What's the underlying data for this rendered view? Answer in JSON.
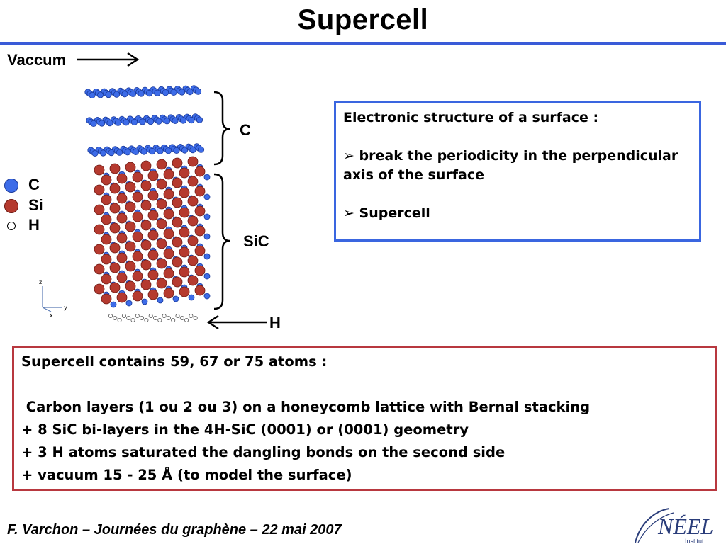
{
  "slide": {
    "title": "Supercell",
    "vacuum_label": "Vaccum",
    "legend": [
      {
        "label": "C",
        "color": "#3d6ce8"
      },
      {
        "label": "Si",
        "color": "#b53a2f"
      },
      {
        "label": "H",
        "color": "#ffffff"
      }
    ],
    "brace_labels": {
      "c": "C",
      "sic": "SiC",
      "h": "H"
    },
    "axes_labels": {
      "z": "z",
      "y": "y",
      "x": "x"
    },
    "blue_box": {
      "heading": "Electronic structure of a surface :",
      "bullets": [
        "break the periodicity in the perpendicular axis of the surface",
        "Supercell"
      ],
      "bullet_glyph": "➢"
    },
    "red_box": {
      "heading": "Supercell contains 59, 67 or 75 atoms :",
      "line1": " Carbon layers (1 ou 2 ou 3) on a honeycomb lattice with Bernal stacking",
      "line2_prefix": "+  8 SiC bi-layers in the 4H-SiC (0001) or (000",
      "line2_bar": "1",
      "line2_suffix": ") geometry",
      "line3": "+  3 H atoms saturated the dangling bonds on the second side",
      "line4": "+  vacuum 15 - 25 Å (to model the surface)"
    },
    "footer": "F. Varchon – Journées du graphène – 22 mai 2007",
    "logo_text": "NÉEL",
    "logo_sub": "Institut"
  }
}
